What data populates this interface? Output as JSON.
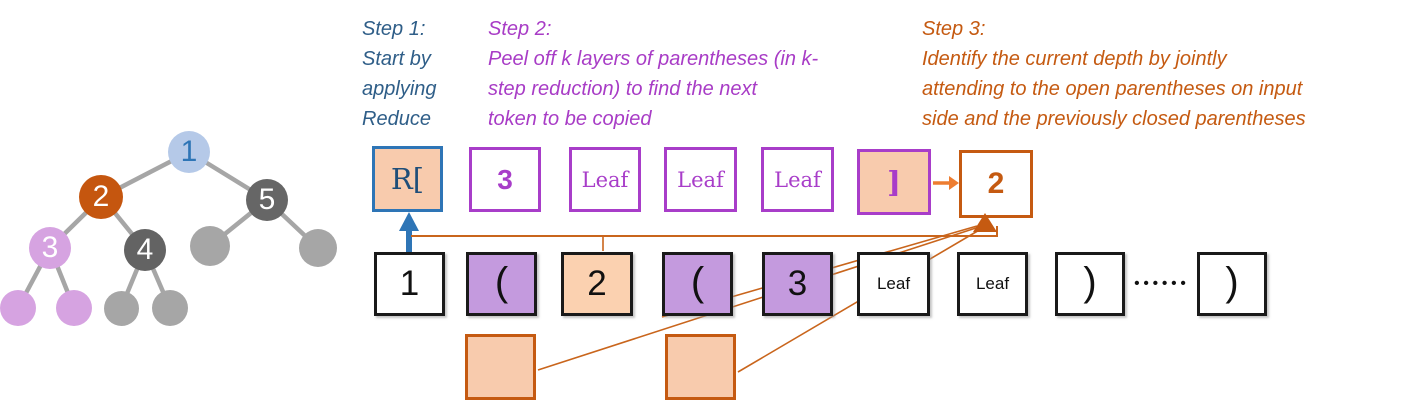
{
  "steps": {
    "step1": {
      "text": "Step 1:\nStart by\napplying\nReduce",
      "color": "#2f5e88"
    },
    "step2": {
      "text": "Step 2:\nPeel off k layers of parentheses (in k-\nstep reduction) to find the next\ntoken to be copied",
      "color": "#a83cc6"
    },
    "step3": {
      "text": "Step 3:\nIdentify the current depth by jointly\nattending to the open parentheses on input\nside and the previously closed parentheses",
      "color": "#c55a11"
    }
  },
  "tree": {
    "labels": [
      "1",
      "2",
      "3",
      "4",
      "5"
    ],
    "colors": {
      "node1_fill": "#b5c9e8",
      "node1_text": "#2e75b6",
      "node2_fill": "#c5560f",
      "node3_fill": "#d6a3e1",
      "node4_fill": "#636363",
      "node5_fill": "#666666",
      "leaf_gray": "#a6a6a6",
      "leaf_purple": "#d6a3e1",
      "edge": "#a6a6a6"
    }
  },
  "reduced_row": {
    "tokens": [
      "R[",
      "3",
      "Leaf",
      "Leaf",
      "Leaf",
      "]"
    ]
  },
  "output_token": "2",
  "input_row": {
    "tokens": [
      "1",
      "(",
      "2",
      "(",
      "3",
      "Leaf",
      "Leaf",
      ")",
      ")"
    ],
    "ellipsis": "••••••"
  },
  "colors": {
    "peach_fill": "#f8cbad",
    "purple_fill": "#c49ade",
    "purple_border": "#a83dc9",
    "blue_border": "#2e75b6",
    "blue_text": "#1f4e79",
    "orange_dark": "#c55a11",
    "orange_light": "#ed7d31",
    "black_border": "#1a1a1a"
  }
}
